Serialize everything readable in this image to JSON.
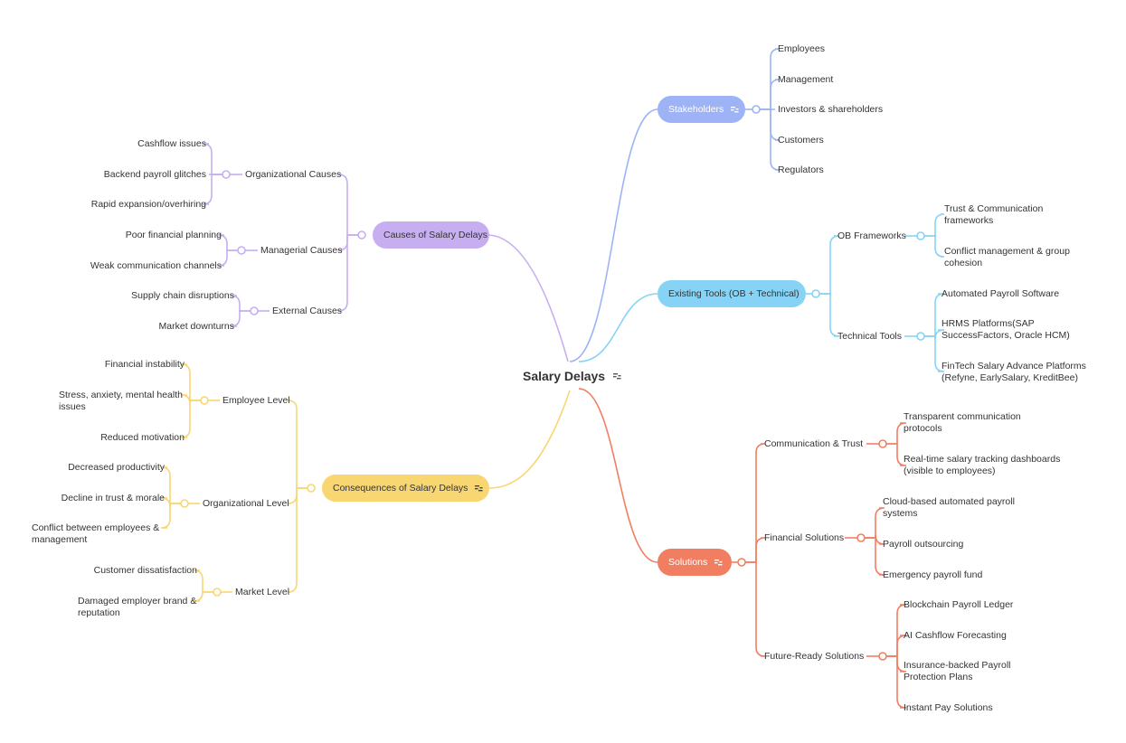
{
  "root": {
    "label": "Salary Delays"
  },
  "colors": {
    "causes": "#c7aef0",
    "consequences": "#f8d672",
    "stakeholders": "#9db3f5",
    "tools": "#86d3f5",
    "solutions": "#f27e62"
  },
  "causes": {
    "label": "Causes of Salary Delays",
    "org": {
      "label": "Organizational Causes",
      "items": [
        "Cashflow issues",
        "Backend payroll glitches",
        "Rapid expansion/overhiring"
      ]
    },
    "man": {
      "label": "Managerial Causes",
      "items": [
        "Poor financial planning",
        "Weak communication channels"
      ]
    },
    "ext": {
      "label": "External Causes",
      "items": [
        "Supply chain disruptions",
        "Market downturns"
      ]
    }
  },
  "consequences": {
    "label": "Consequences of Salary Delays",
    "emp": {
      "label": "Employee Level",
      "items": [
        "Financial instability",
        "Stress, anxiety, mental health issues",
        "Reduced motivation"
      ]
    },
    "org": {
      "label": "Organizational Level",
      "items": [
        "Decreased productivity",
        "Decline in trust & morale",
        "Conflict between employees & management"
      ]
    },
    "mkt": {
      "label": "Market Level",
      "items": [
        "Customer dissatisfaction",
        "Damaged employer brand & reputation"
      ]
    }
  },
  "stakeholders": {
    "label": "Stakeholders",
    "items": [
      "Employees",
      "Management",
      "Investors & shareholders",
      "Customers",
      "Regulators"
    ]
  },
  "tools": {
    "label": "Existing Tools (OB + Technical)",
    "ob": {
      "label": "OB Frameworks",
      "items": [
        "Trust & Communication frameworks",
        "Conflict management & group cohesion"
      ]
    },
    "tech": {
      "label": "Technical Tools",
      "items": [
        "Automated Payroll Software",
        "HRMS Platforms(SAP SuccessFactors, Oracle HCM)",
        "FinTech Salary Advance Platforms (Refyne, EarlySalary, KreditBee)"
      ]
    }
  },
  "solutions": {
    "label": "Solutions",
    "comm": {
      "label": "Communication & Trust",
      "items": [
        "Transparent communication protocols",
        "Real-time salary tracking dashboards (visible to employees)"
      ]
    },
    "fin": {
      "label": "Financial Solutions",
      "items": [
        "Cloud-based automated payroll systems",
        "Payroll outsourcing",
        "Emergency payroll fund"
      ]
    },
    "fut": {
      "label": "Future-Ready Solutions",
      "items": [
        "Blockchain Payroll Ledger",
        "AI Cashflow Forecasting",
        "Insurance-backed Payroll Protection Plans",
        "Instant Pay Solutions"
      ]
    }
  }
}
